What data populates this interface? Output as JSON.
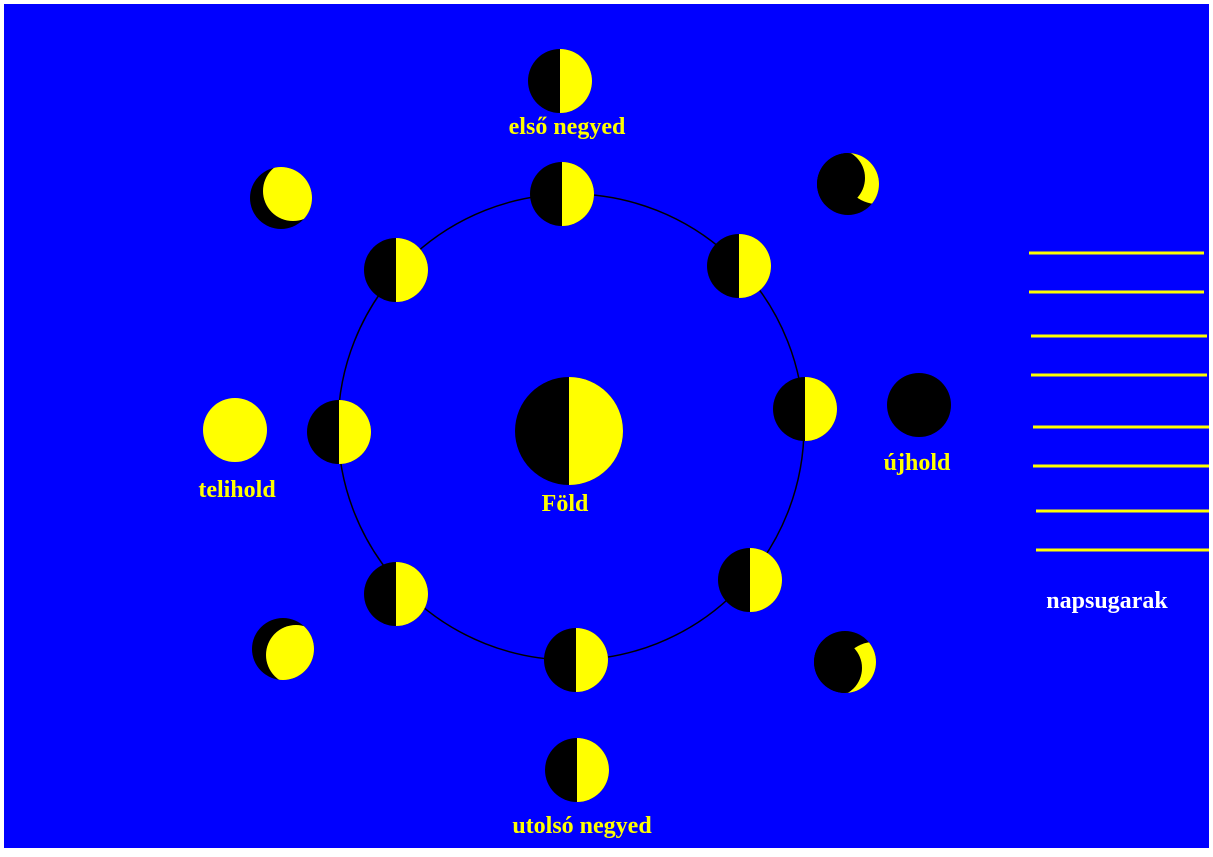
{
  "colors": {
    "background": "#0000ff",
    "frame": "#ffffff",
    "lit": "#ffff00",
    "shadow": "#000000",
    "orbit": "#000000",
    "label": "#ffff00",
    "sun_label": "#ffffff",
    "ray": "#ffff00"
  },
  "labels": {
    "earth": "Föld",
    "first_quarter": "első negyed",
    "new_moon": "újhold",
    "full_moon": "telihold",
    "last_quarter": "utolsó negyed",
    "sun_rays": "napsugarak"
  },
  "orbit_moons": [
    {
      "position": "top",
      "lit_side": "right"
    },
    {
      "position": "top-right",
      "lit_side": "right"
    },
    {
      "position": "right",
      "lit_side": "right"
    },
    {
      "position": "bottom-right",
      "lit_side": "right"
    },
    {
      "position": "bottom",
      "lit_side": "right"
    },
    {
      "position": "bottom-left",
      "lit_side": "right"
    },
    {
      "position": "left",
      "lit_side": "right"
    },
    {
      "position": "top-left",
      "lit_side": "right"
    }
  ],
  "phases_seen_from_earth": [
    {
      "phase": "first quarter",
      "lit_fraction": 0.5,
      "lit_side": "right"
    },
    {
      "phase": "waxing crescent",
      "lit_fraction": 0.25,
      "lit_side": "lower-right"
    },
    {
      "phase": "new moon",
      "lit_fraction": 0.0
    },
    {
      "phase": "waning crescent",
      "lit_fraction": 0.25,
      "lit_side": "upper-right"
    },
    {
      "phase": "last quarter",
      "lit_fraction": 0.5,
      "lit_side": "right"
    },
    {
      "phase": "waning gibbous",
      "lit_fraction": 0.75,
      "lit_side": "right"
    },
    {
      "phase": "full moon",
      "lit_fraction": 1.0
    },
    {
      "phase": "waxing gibbous",
      "lit_fraction": 0.75,
      "lit_side": "right"
    }
  ],
  "sun_ray_count": 8
}
